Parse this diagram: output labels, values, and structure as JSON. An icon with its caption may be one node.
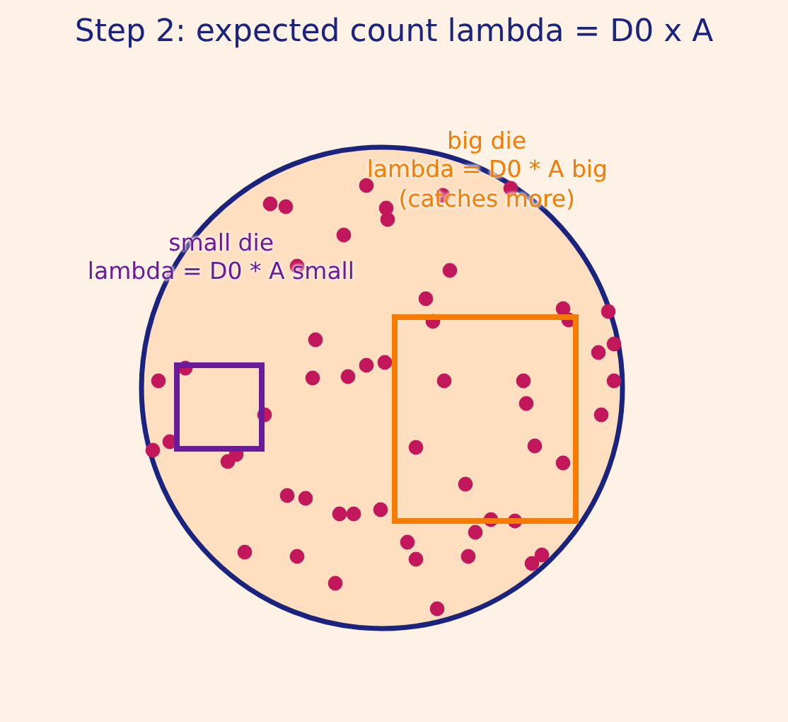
{
  "diagram": {
    "title": "Step 2: expected count  lambda = D0 x A",
    "labels": [
      "big die",
      "lambda = D0 * A big",
      "(catches more)",
      "small die",
      "lambda = D0 * A small"
    ]
  }
}
